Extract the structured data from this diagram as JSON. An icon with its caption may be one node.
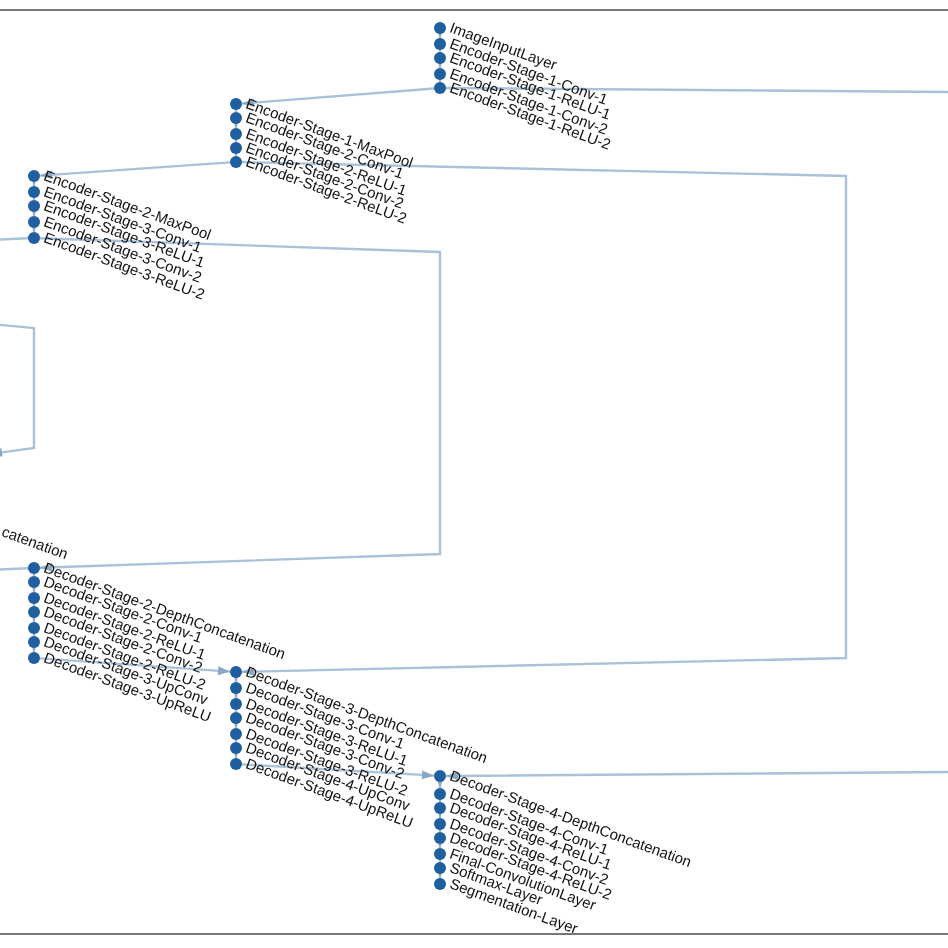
{
  "diagram": {
    "nodes": [
      {
        "text": [
          "ImageInputLayer"
        ]
      },
      {
        "text": [
          "Encoder-Stage-1-Conv-1"
        ]
      },
      {
        "text": [
          "Encoder-Stage-1-ReLU-1"
        ]
      },
      {
        "text": [
          "Encoder-Stage-1-Conv-2"
        ]
      },
      {
        "text": [
          "Encoder-Stage-1-ReLU-2"
        ]
      },
      {
        "text": [
          "Encoder-Stage-1-MaxPool"
        ]
      },
      {
        "text": [
          "Encoder-Stage-2-Conv-1"
        ]
      },
      {
        "text": [
          "Encoder-Stage-2-ReLU-1"
        ]
      },
      {
        "text": [
          "Encoder-Stage-2-Conv-2"
        ]
      },
      {
        "text": [
          "Encoder-Stage-2-ReLU-2"
        ]
      },
      {
        "text": [
          "Encoder-Stage-2-MaxPool"
        ]
      },
      {
        "text": [
          "Encoder-Stage-3-Conv-1"
        ]
      },
      {
        "text": [
          "Encoder-Stage-3-ReLU-1"
        ]
      },
      {
        "text": [
          "Encoder-Stage-3-Conv-2"
        ]
      },
      {
        "text": [
          "Encoder-Stage-3-ReLU-2"
        ]
      },
      {
        "text": [
          "Decoder-Stage-2-DepthConcatenation"
        ]
      },
      {
        "text": [
          "Decoder-Stage-2-Conv-1"
        ]
      },
      {
        "text": [
          "Decoder-Stage-2-ReLU-1"
        ]
      },
      {
        "text": [
          "Decoder-Stage-2-Conv-2"
        ]
      },
      {
        "text": [
          "Decoder-Stage-2-ReLU-2"
        ]
      },
      {
        "text": [
          "Decoder-Stage-3-UpConv"
        ]
      },
      {
        "text": [
          "Decoder-Stage-3-UpReLU"
        ]
      },
      {
        "text": [
          "Decoder-Stage-3-DepthConcatenation"
        ]
      },
      {
        "text": [
          "Decoder-Stage-3-Conv-1"
        ]
      },
      {
        "text": [
          "Decoder-Stage-3-ReLU-1"
        ]
      },
      {
        "text": [
          "Decoder-Stage-3-Conv-2"
        ]
      },
      {
        "text": [
          "Decoder-Stage-3-ReLU-2"
        ]
      },
      {
        "text": [
          "Decoder-Stage-4-UpConv"
        ]
      },
      {
        "text": [
          "Decoder-Stage-4-UpReLU"
        ]
      },
      {
        "text": [
          "Decoder-Stage-4-DepthConcatenation"
        ]
      },
      {
        "text": [
          "Decoder-Stage-4-Conv-1"
        ]
      },
      {
        "text": [
          "Decoder-Stage-4-ReLU-1"
        ]
      },
      {
        "text": [
          "Decoder-Stage-4-Conv-2"
        ]
      },
      {
        "text": [
          "Decoder-Stage-4-ReLU-2"
        ]
      },
      {
        "text": [
          "Final-ConvolutionLayer"
        ]
      },
      {
        "text": [
          "Softmax-Layer"
        ]
      },
      {
        "text": [
          "Segmentation-Layer"
        ]
      }
    ],
    "edges": [
      {
        "from": 0,
        "to": 1,
        "arrow": "to"
      },
      {
        "from": 1,
        "to": 2,
        "arrow": "to"
      },
      {
        "from": 2,
        "to": 3,
        "arrow": "to"
      },
      {
        "from": 3,
        "to": 4,
        "arrow": "to"
      },
      {
        "from": 4,
        "to": 5,
        "arrow": "to"
      },
      {
        "from": 4,
        "to": 29,
        "arrow": "to"
      },
      {
        "from": 5,
        "to": 6,
        "arrow": "to"
      },
      {
        "from": 6,
        "to": 7,
        "arrow": "to"
      },
      {
        "from": 7,
        "to": 8,
        "arrow": "to"
      },
      {
        "from": 8,
        "to": 9,
        "arrow": "to"
      },
      {
        "from": 9,
        "to": 10,
        "arrow": "to"
      },
      {
        "from": 9,
        "to": 22,
        "arrow": "to"
      },
      {
        "from": 10,
        "to": 11,
        "arrow": "to"
      },
      {
        "from": 11,
        "to": 12,
        "arrow": "to"
      },
      {
        "from": 12,
        "to": 13,
        "arrow": "to"
      },
      {
        "from": 13,
        "to": 14,
        "arrow": "to"
      },
      {
        "from": 14,
        "to": null,
        "arrow": "none"
      },
      {
        "from": 14,
        "to": 15,
        "arrow": "to"
      },
      {
        "from": null,
        "to": 15,
        "arrow": "none"
      },
      {
        "from": 15,
        "to": 16,
        "arrow": "to"
      },
      {
        "from": 16,
        "to": 17,
        "arrow": "to"
      },
      {
        "from": 17,
        "to": 18,
        "arrow": "to"
      },
      {
        "from": 18,
        "to": 19,
        "arrow": "to"
      },
      {
        "from": 19,
        "to": 20,
        "arrow": "to"
      },
      {
        "from": 20,
        "to": 21,
        "arrow": "to"
      },
      {
        "from": 21,
        "to": 22,
        "arrow": "to"
      },
      {
        "from": 22,
        "to": 23,
        "arrow": "to"
      },
      {
        "from": 23,
        "to": 24,
        "arrow": "to"
      },
      {
        "from": 24,
        "to": 25,
        "arrow": "to"
      },
      {
        "from": 25,
        "to": 26,
        "arrow": "to"
      },
      {
        "from": 26,
        "to": 27,
        "arrow": "to"
      },
      {
        "from": 27,
        "to": 28,
        "arrow": "to"
      },
      {
        "from": 28,
        "to": 29,
        "arrow": "to"
      },
      {
        "from": 29,
        "to": 30,
        "arrow": "to"
      },
      {
        "from": 30,
        "to": 31,
        "arrow": "to"
      },
      {
        "from": 31,
        "to": 32,
        "arrow": "to"
      },
      {
        "from": 32,
        "to": 33,
        "arrow": "to"
      },
      {
        "from": 33,
        "to": 34,
        "arrow": "to"
      },
      {
        "from": 34,
        "to": 35,
        "arrow": "to"
      },
      {
        "from": 35,
        "to": 36,
        "arrow": "to"
      }
    ],
    "labels": [
      "catenation"
    ]
  }
}
